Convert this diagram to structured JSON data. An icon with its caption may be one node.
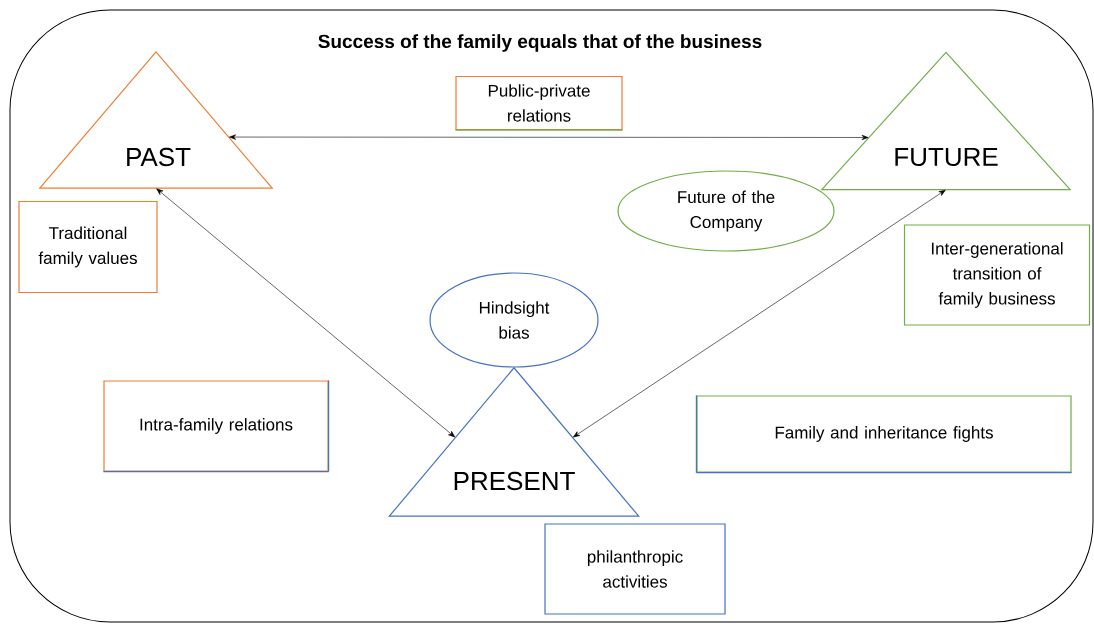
{
  "diagram": {
    "nodes": [
      {
        "text": [
          "Success of the family equals that of the business"
        ]
      },
      {
        "text": [
          "PAST"
        ],
        "in": 0
      },
      {
        "text": [
          "Public-private relations"
        ],
        "in": 0
      },
      {
        "text": [
          "FUTURE"
        ],
        "in": 0
      },
      {
        "text": [
          "Traditional family values"
        ],
        "in": 0
      },
      {
        "text": [
          "Future of the Company"
        ],
        "in": 0
      },
      {
        "text": [
          "Inter-generational transition of family business"
        ],
        "in": 0
      },
      {
        "text": [
          "Hindsight bias"
        ],
        "in": 0
      },
      {
        "text": [
          "Intra-family relations"
        ],
        "in": 0
      },
      {
        "text": [
          "Family and inheritance fights"
        ],
        "in": 0
      },
      {
        "text": [
          "PRESENT"
        ],
        "in": 0
      },
      {
        "text": [
          "philanthropic activities"
        ],
        "in": 0
      }
    ],
    "edges": [
      {
        "from": 1,
        "to": 3,
        "arrow": "both"
      },
      {
        "from": 1,
        "to": 10,
        "arrow": "both"
      },
      {
        "from": 3,
        "to": 10,
        "arrow": "both"
      }
    ]
  }
}
